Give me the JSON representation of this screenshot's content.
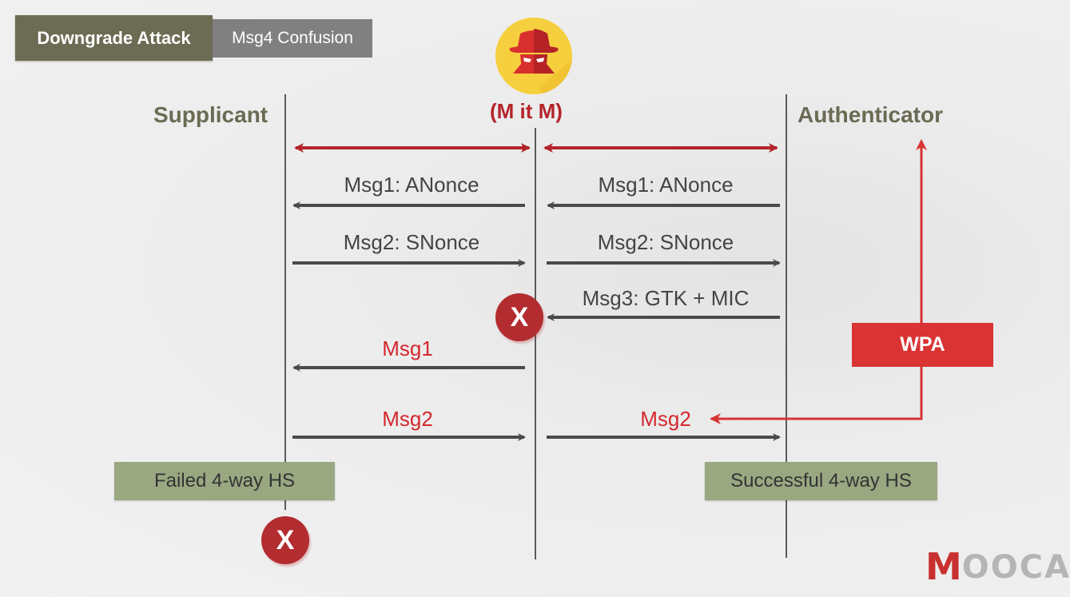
{
  "header": {
    "title": "Downgrade Attack",
    "subtitle": "Msg4 Confusion"
  },
  "actors": {
    "supplicant": "Supplicant",
    "mitm": "(M it M)",
    "authenticator": "Authenticator"
  },
  "messages": {
    "left_msg1": "Msg1: ANonce",
    "right_msg1": "Msg1: ANonce",
    "left_msg2": "Msg2: SNonce",
    "right_msg2": "Msg2: SNonce",
    "right_msg3": "Msg3: GTK + MIC",
    "replay_msg1": "Msg1",
    "replay_msg2": "Msg2",
    "wpa_msg2": "Msg2"
  },
  "labels": {
    "wpa": "WPA",
    "failed": "Failed 4-way HS",
    "success": "Successful 4-way HS",
    "blocked_symbol": "X"
  },
  "logo": {
    "text": "OOCA",
    "prefix": "M"
  },
  "colors": {
    "title_bg": "#6c6c54",
    "subtitle_bg": "#808080",
    "attack_red": "#d93333",
    "status_green": "#9aa882",
    "arrow_gray": "#4a4a4a"
  }
}
